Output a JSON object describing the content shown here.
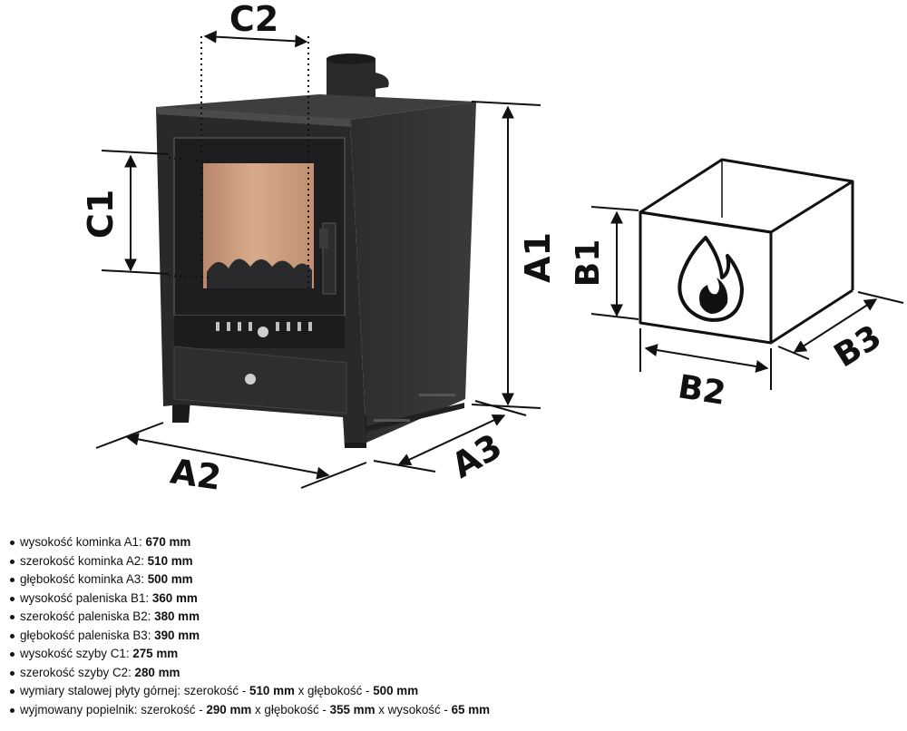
{
  "labels": {
    "a1": "A1",
    "a2": "A2",
    "a3": "A3",
    "b1": "B1",
    "b2": "B2",
    "b3": "B3",
    "c1": "C1",
    "c2": "C2"
  },
  "icons": {
    "stove": "stove-icon",
    "firebox": "firebox-icon",
    "flame": "flame-icon"
  },
  "specs": [
    {
      "label": "wysokość kominka A1: ",
      "value": "670 mm"
    },
    {
      "label": "szerokość kominka A2: ",
      "value": "510 mm"
    },
    {
      "label": "głębokość kominka A3: ",
      "value": "500 mm"
    },
    {
      "label": "wysokość paleniska B1: ",
      "value": "360 mm"
    },
    {
      "label": "szerokość paleniska B2: ",
      "value": "380 mm"
    },
    {
      "label": "głębokość paleniska B3: ",
      "value": "390 mm"
    },
    {
      "label": "wysokość szyby C1: ",
      "value": "275 mm"
    },
    {
      "label": "szerokość szyby C2: ",
      "value": "280 mm"
    }
  ],
  "plate": {
    "label": "wymiary stalowej płyty górnej: szerokość - ",
    "w": "510 mm",
    "sep": " x głębokość - ",
    "d": "500 mm"
  },
  "ash": {
    "label": "wyjmowany popielnik: szerokość - ",
    "w": "290 mm",
    "sep1": " x głębokość - ",
    "d": "355 mm",
    "sep2": " x wysokość - ",
    "h": "65 mm"
  }
}
